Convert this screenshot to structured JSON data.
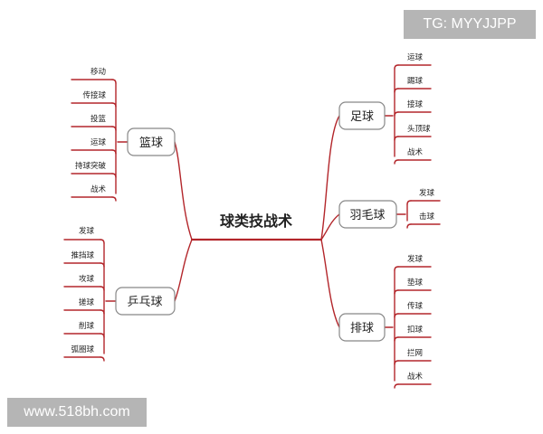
{
  "title": "球类技战术",
  "branches": [
    {
      "name": "篮球",
      "items": [
        "移动",
        "传接球",
        "投篮",
        "运球",
        "持球突破",
        "战术"
      ]
    },
    {
      "name": "乒乓球",
      "items": [
        "发球",
        "推挡球",
        "攻球",
        "搓球",
        "削球",
        "弧圈球"
      ]
    },
    {
      "name": "足球",
      "items": [
        "运球",
        "踢球",
        "接球",
        "头顶球",
        "战术"
      ]
    },
    {
      "name": "羽毛球",
      "items": [
        "发球",
        "击球"
      ]
    },
    {
      "name": "排球",
      "items": [
        "发球",
        "垫球",
        "传球",
        "扣球",
        "拦网",
        "战术"
      ]
    }
  ],
  "watermarks": {
    "top_right": "TG: MYYJJPP",
    "bottom_left": "www.518bh.com"
  },
  "colors": {
    "line": "#b3262b",
    "box_border": "#888888",
    "text": "#222222",
    "watermark_bg": "#b5b5b5"
  }
}
